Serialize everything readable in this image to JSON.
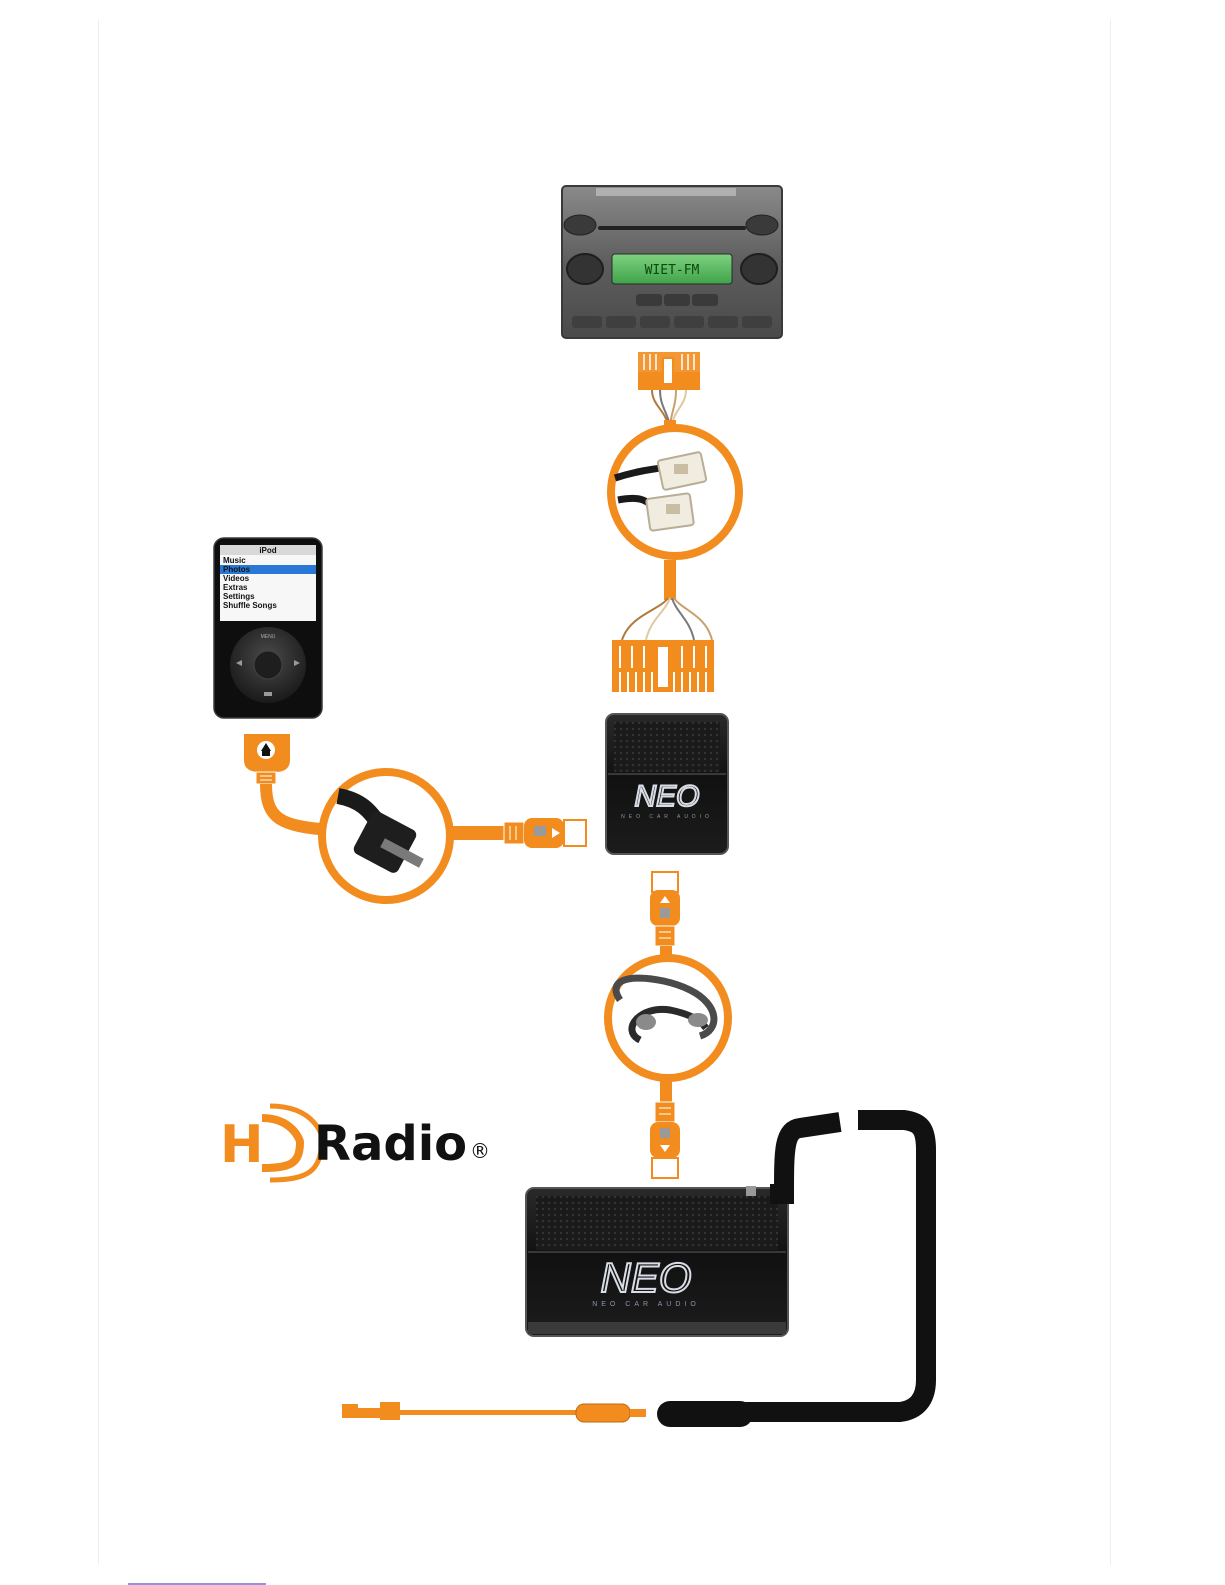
{
  "head_unit": {
    "display_line1": "WIET-FM"
  },
  "ipod": {
    "header": "iPod",
    "menu": [
      {
        "label": "Music",
        "selected": false
      },
      {
        "label": "Photos",
        "selected": true
      },
      {
        "label": "Videos",
        "selected": false
      },
      {
        "label": "Extras",
        "selected": false
      },
      {
        "label": "Settings",
        "selected": false
      },
      {
        "label": "Shuffle Songs",
        "selected": false
      }
    ],
    "wheel_top": "MENU"
  },
  "neo_box_small": {
    "brand": "NEO",
    "sub": "NEO CAR AUDIO"
  },
  "neo_box_large": {
    "brand": "NEO",
    "sub": "NEO CAR AUDIO"
  },
  "hd_radio_logo": {
    "word": "Radio",
    "registered": "®"
  },
  "colors": {
    "accent": "#f28c1e",
    "cable_black": "#111111",
    "device_gray": "#6e6e6e"
  }
}
